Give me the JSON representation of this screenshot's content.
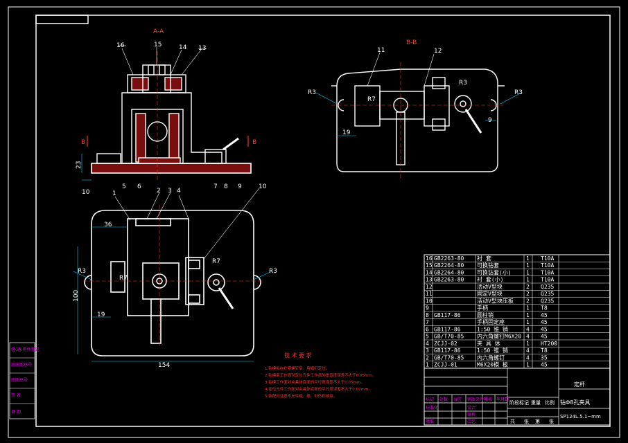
{
  "colors": {
    "background": "#000000",
    "line": "#ffffff",
    "accent_red": "#ff3030",
    "dimension": "#00d0ff",
    "side_magenta": "#e000e0"
  },
  "views": {
    "section_a": {
      "title": "A-A",
      "section_mark": "B",
      "part_callouts": [
        "16",
        "15",
        "14",
        "13",
        "5",
        "6",
        "7",
        "8",
        "9"
      ],
      "dimensions": [
        "23",
        "10"
      ]
    },
    "section_b": {
      "title": "B-B",
      "part_callouts": [
        "11",
        "12"
      ],
      "dimensions": [
        "R3",
        "R7",
        "R3",
        "R3",
        "19",
        "9"
      ]
    },
    "plan": {
      "part_callouts": [
        "1",
        "2",
        "3",
        "4",
        "10"
      ],
      "dimensions": [
        "36",
        "R3",
        "R7",
        "R3",
        "R7",
        "100",
        "19",
        "154"
      ]
    }
  },
  "technical_requirements": {
    "title": "技 术 要 求",
    "items": [
      "1.钻模板在拧紧螺钉后，用销钉定位。",
      "2.钻模套工作面对定位元件工作面的垂直度误差不大于0.05mm。",
      "3.钻模工作面对夹具体底面的平行度误差不大于0.05mm。",
      "4.定位元件工作面对夹具体底面的平行度误差不大于0.02mm。",
      "5.装配时注意不允许碰、磕、刻伤和锈蚀。"
    ]
  },
  "bom": [
    {
      "no": "16",
      "code": "GB2263-80",
      "name": "衬  套",
      "qty": "1",
      "mat": "T10A"
    },
    {
      "no": "15",
      "code": "GB2264-80",
      "name": "可换钻套",
      "qty": "1",
      "mat": "T10A"
    },
    {
      "no": "14",
      "code": "GB2264-80",
      "name": "可换钻套(小)",
      "qty": "1",
      "mat": "T10A"
    },
    {
      "no": "13",
      "code": "GB2263-80",
      "name": "衬  套(小)",
      "qty": "1",
      "mat": "T10A"
    },
    {
      "no": "12",
      "code": "",
      "name": "活动V型块",
      "qty": "2",
      "mat": "Q235"
    },
    {
      "no": "11",
      "code": "",
      "name": "固定V型块",
      "qty": "2",
      "mat": "Q235"
    },
    {
      "no": "10",
      "code": "",
      "name": "活动V型块压板",
      "qty": "2",
      "mat": "Q235"
    },
    {
      "no": "9",
      "code": "",
      "name": "手柄",
      "qty": "1",
      "mat": "T8"
    },
    {
      "no": "8",
      "code": "GB117-86",
      "name": "圆柱销",
      "qty": "1",
      "mat": "45"
    },
    {
      "no": "7",
      "code": "",
      "name": "手柄固定座",
      "qty": "1",
      "mat": "45"
    },
    {
      "no": "6",
      "code": "GB117-86",
      "name": "1:50  锥 销",
      "qty": "4",
      "mat": "45"
    },
    {
      "no": "5",
      "code": "GB/T70-85",
      "name": "内六角螺钉M6X20",
      "qty": "4",
      "mat": "45"
    },
    {
      "no": "4",
      "code": "ZCJJ-02",
      "name": "夹 具 体",
      "qty": "1",
      "mat": "HT200"
    },
    {
      "no": "3",
      "code": "GB117-86",
      "name": "1:50  锥 销",
      "qty": "4",
      "mat": "T8"
    },
    {
      "no": "2",
      "code": "GB/T70-85",
      "name": "内六角螺钉",
      "qty": "4",
      "mat": "35"
    },
    {
      "no": "1",
      "code": "ZCJJ-01",
      "name": "M6X20模  板",
      "qty": "1",
      "mat": "45"
    }
  ],
  "title_block": {
    "title_line1": "定杆",
    "title_line2": "钻Φ8孔夹具",
    "scale": "SP124L.5.1~mm",
    "header_labels": [
      "标记",
      "处数",
      "分区",
      "更改文件号",
      "签名",
      "年月日"
    ],
    "row_labels": [
      "设计",
      "审核",
      "工艺",
      "标准化",
      "批准"
    ],
    "stage_labels": [
      "阶段标记",
      "重量",
      "比例"
    ],
    "sheet_labels": [
      "共",
      "张",
      "第",
      "张"
    ]
  },
  "side_stamps": [
    "借(通)用件登记",
    "旧底图总号",
    "底图总号",
    "签  名",
    "日  期"
  ]
}
